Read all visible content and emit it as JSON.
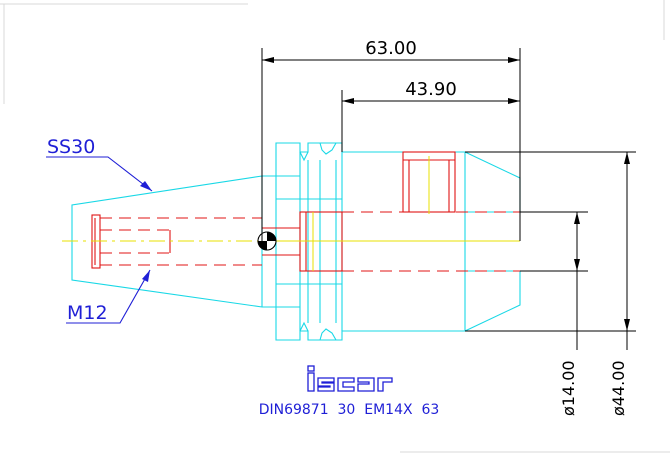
{
  "dimensions": {
    "overall_length": "63.00",
    "inner_length": "43.90",
    "small_diameter": "ø14.00",
    "large_diameter": "ø44.00"
  },
  "labels": {
    "taper": "SS30",
    "thread": "M12"
  },
  "brand": {
    "logo_text": "iscar"
  },
  "product_code": "DIN69871  30  EM14X  63",
  "colors": {
    "outline": "#19d8e6",
    "hidden": "#e01414",
    "centerline": "#e8e000",
    "dimension": "#000000",
    "annotation": "#1f1fd6"
  }
}
